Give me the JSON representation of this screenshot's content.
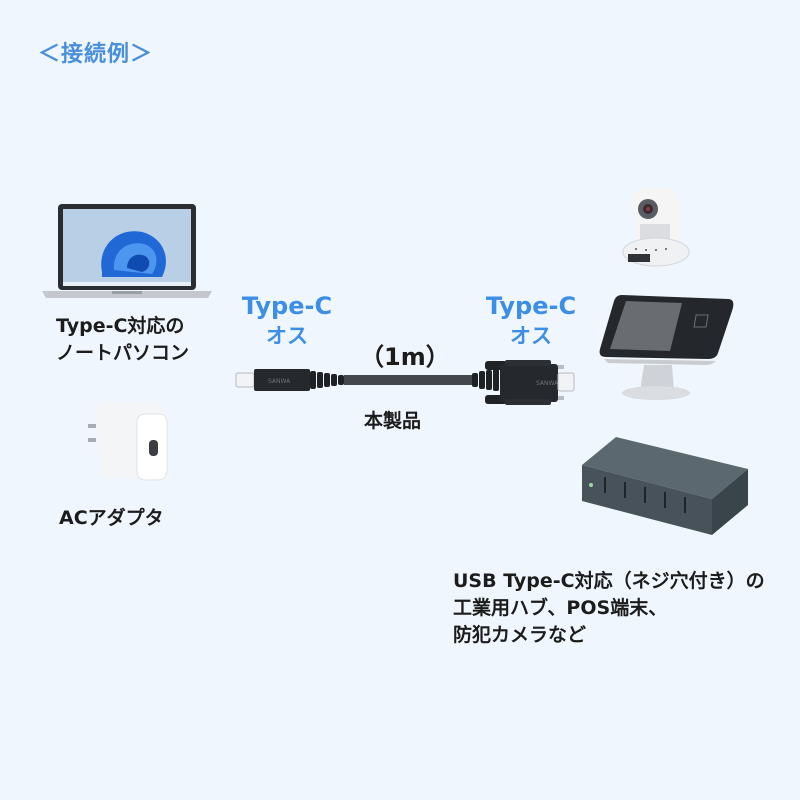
{
  "heading": "＜接続例＞",
  "left_devices": [
    {
      "name": "laptop",
      "label_lines": [
        "Type-C対応の",
        "ノートパソコン"
      ]
    },
    {
      "name": "ac-adapter",
      "label_lines": [
        "ACアダプタ"
      ]
    }
  ],
  "cable": {
    "left_connector": {
      "type": "Type-C",
      "gender": "オス"
    },
    "right_connector": {
      "type": "Type-C",
      "gender": "オス"
    },
    "length": "（1m）",
    "product_label": "本製品",
    "brand_mark": "SANWA"
  },
  "right_devices": {
    "items": [
      "camera",
      "pos-terminal",
      "industrial-hub"
    ],
    "label_lines": [
      "USB Type-C対応（ネジ穴付き）の",
      "工業用ハブ、POS端末、",
      "防犯カメラなど"
    ]
  },
  "colors": {
    "background": "#eff6fd",
    "accent_blue": "#3d8ee6",
    "heading_blue": "#4a8fdc",
    "text": "#1c1c1c",
    "cable_dark": "#2b2f33",
    "hub": "#4a555c"
  }
}
